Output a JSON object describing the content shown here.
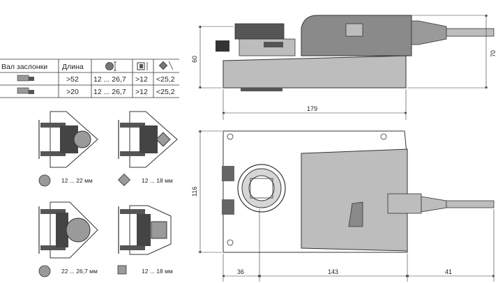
{
  "table": {
    "headers": [
      "Вал заслонки",
      "Длина"
    ],
    "rows": [
      {
        "length": ">52",
        "round": "12 ... 26,7",
        "square_bar": ">12",
        "diamond": "<25,2"
      },
      {
        "length": ">20",
        "round": "12 ... 26,7",
        "square_bar": ">12",
        "diamond": "<25,2"
      }
    ]
  },
  "clamps": [
    {
      "caption": "12 ... 22 мм",
      "shape": "circle"
    },
    {
      "caption": "12 ... 18 мм",
      "shape": "diamond"
    },
    {
      "caption": "22 ... 26,7 мм",
      "shape": "circle"
    },
    {
      "caption": "12 ... 18 мм",
      "shape": "square"
    }
  ],
  "dimensions": {
    "side_height_left": "60",
    "side_height_right": "70",
    "side_width": "179",
    "top_height": "116",
    "top_left": "36",
    "top_middle": "143",
    "top_right": "41"
  },
  "colors": {
    "line": "#333333",
    "body": "#b9b9b9",
    "dark": "#444444",
    "shaft": "#8f8f8f"
  }
}
